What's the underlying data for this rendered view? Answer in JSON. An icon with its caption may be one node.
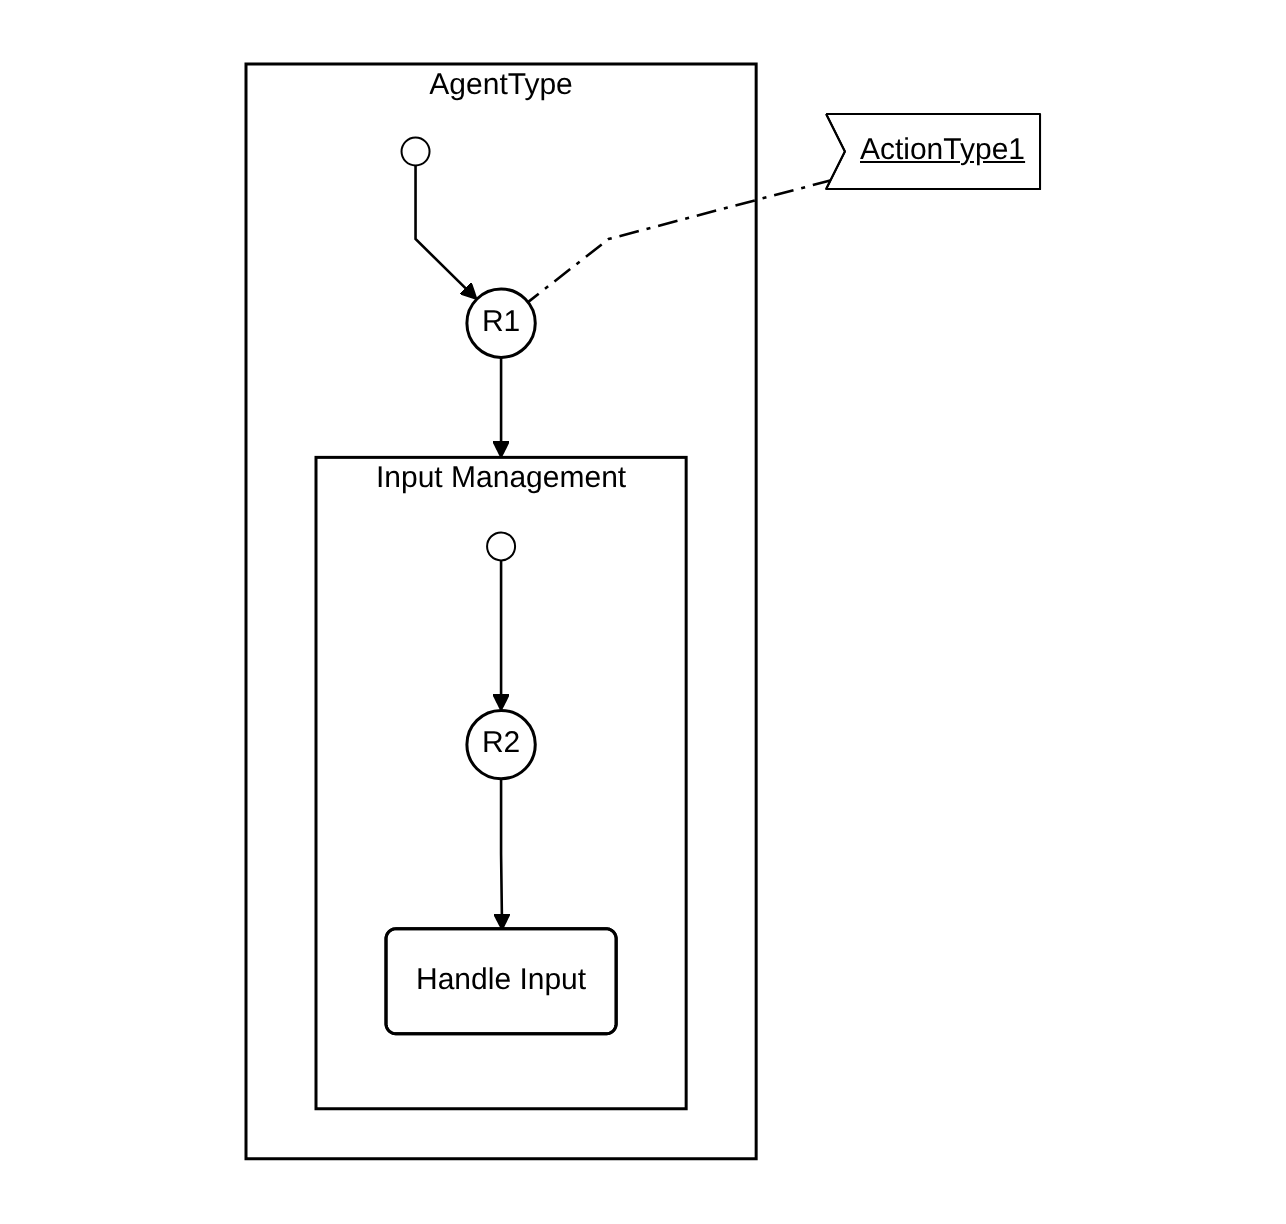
{
  "diagram": {
    "nodes": [
      {
        "text": [
          "AgentType"
        ]
      },
      {
        "text": [
          "ActionType1"
        ]
      },
      {
        "text": [],
        "shape": "circle",
        "in": 0
      },
      {
        "text": [
          "R1"
        ],
        "in": 0
      },
      {
        "text": [
          "Input Management"
        ],
        "in": 0
      },
      {
        "text": [],
        "shape": "circle",
        "in": 4
      },
      {
        "text": [
          "R2"
        ],
        "in": 4
      },
      {
        "text": [
          "Handle Input"
        ],
        "in": 4
      }
    ],
    "edges": [
      {
        "from": 2,
        "to": 3,
        "arrow": "to"
      },
      {
        "from": 1,
        "to": 3,
        "arrow": "none",
        "style": "dashed"
      },
      {
        "from": 3,
        "to": 4,
        "arrow": "to"
      },
      {
        "from": 5,
        "to": 6,
        "arrow": "to"
      },
      {
        "from": 6,
        "to": 7,
        "arrow": "to"
      }
    ]
  }
}
